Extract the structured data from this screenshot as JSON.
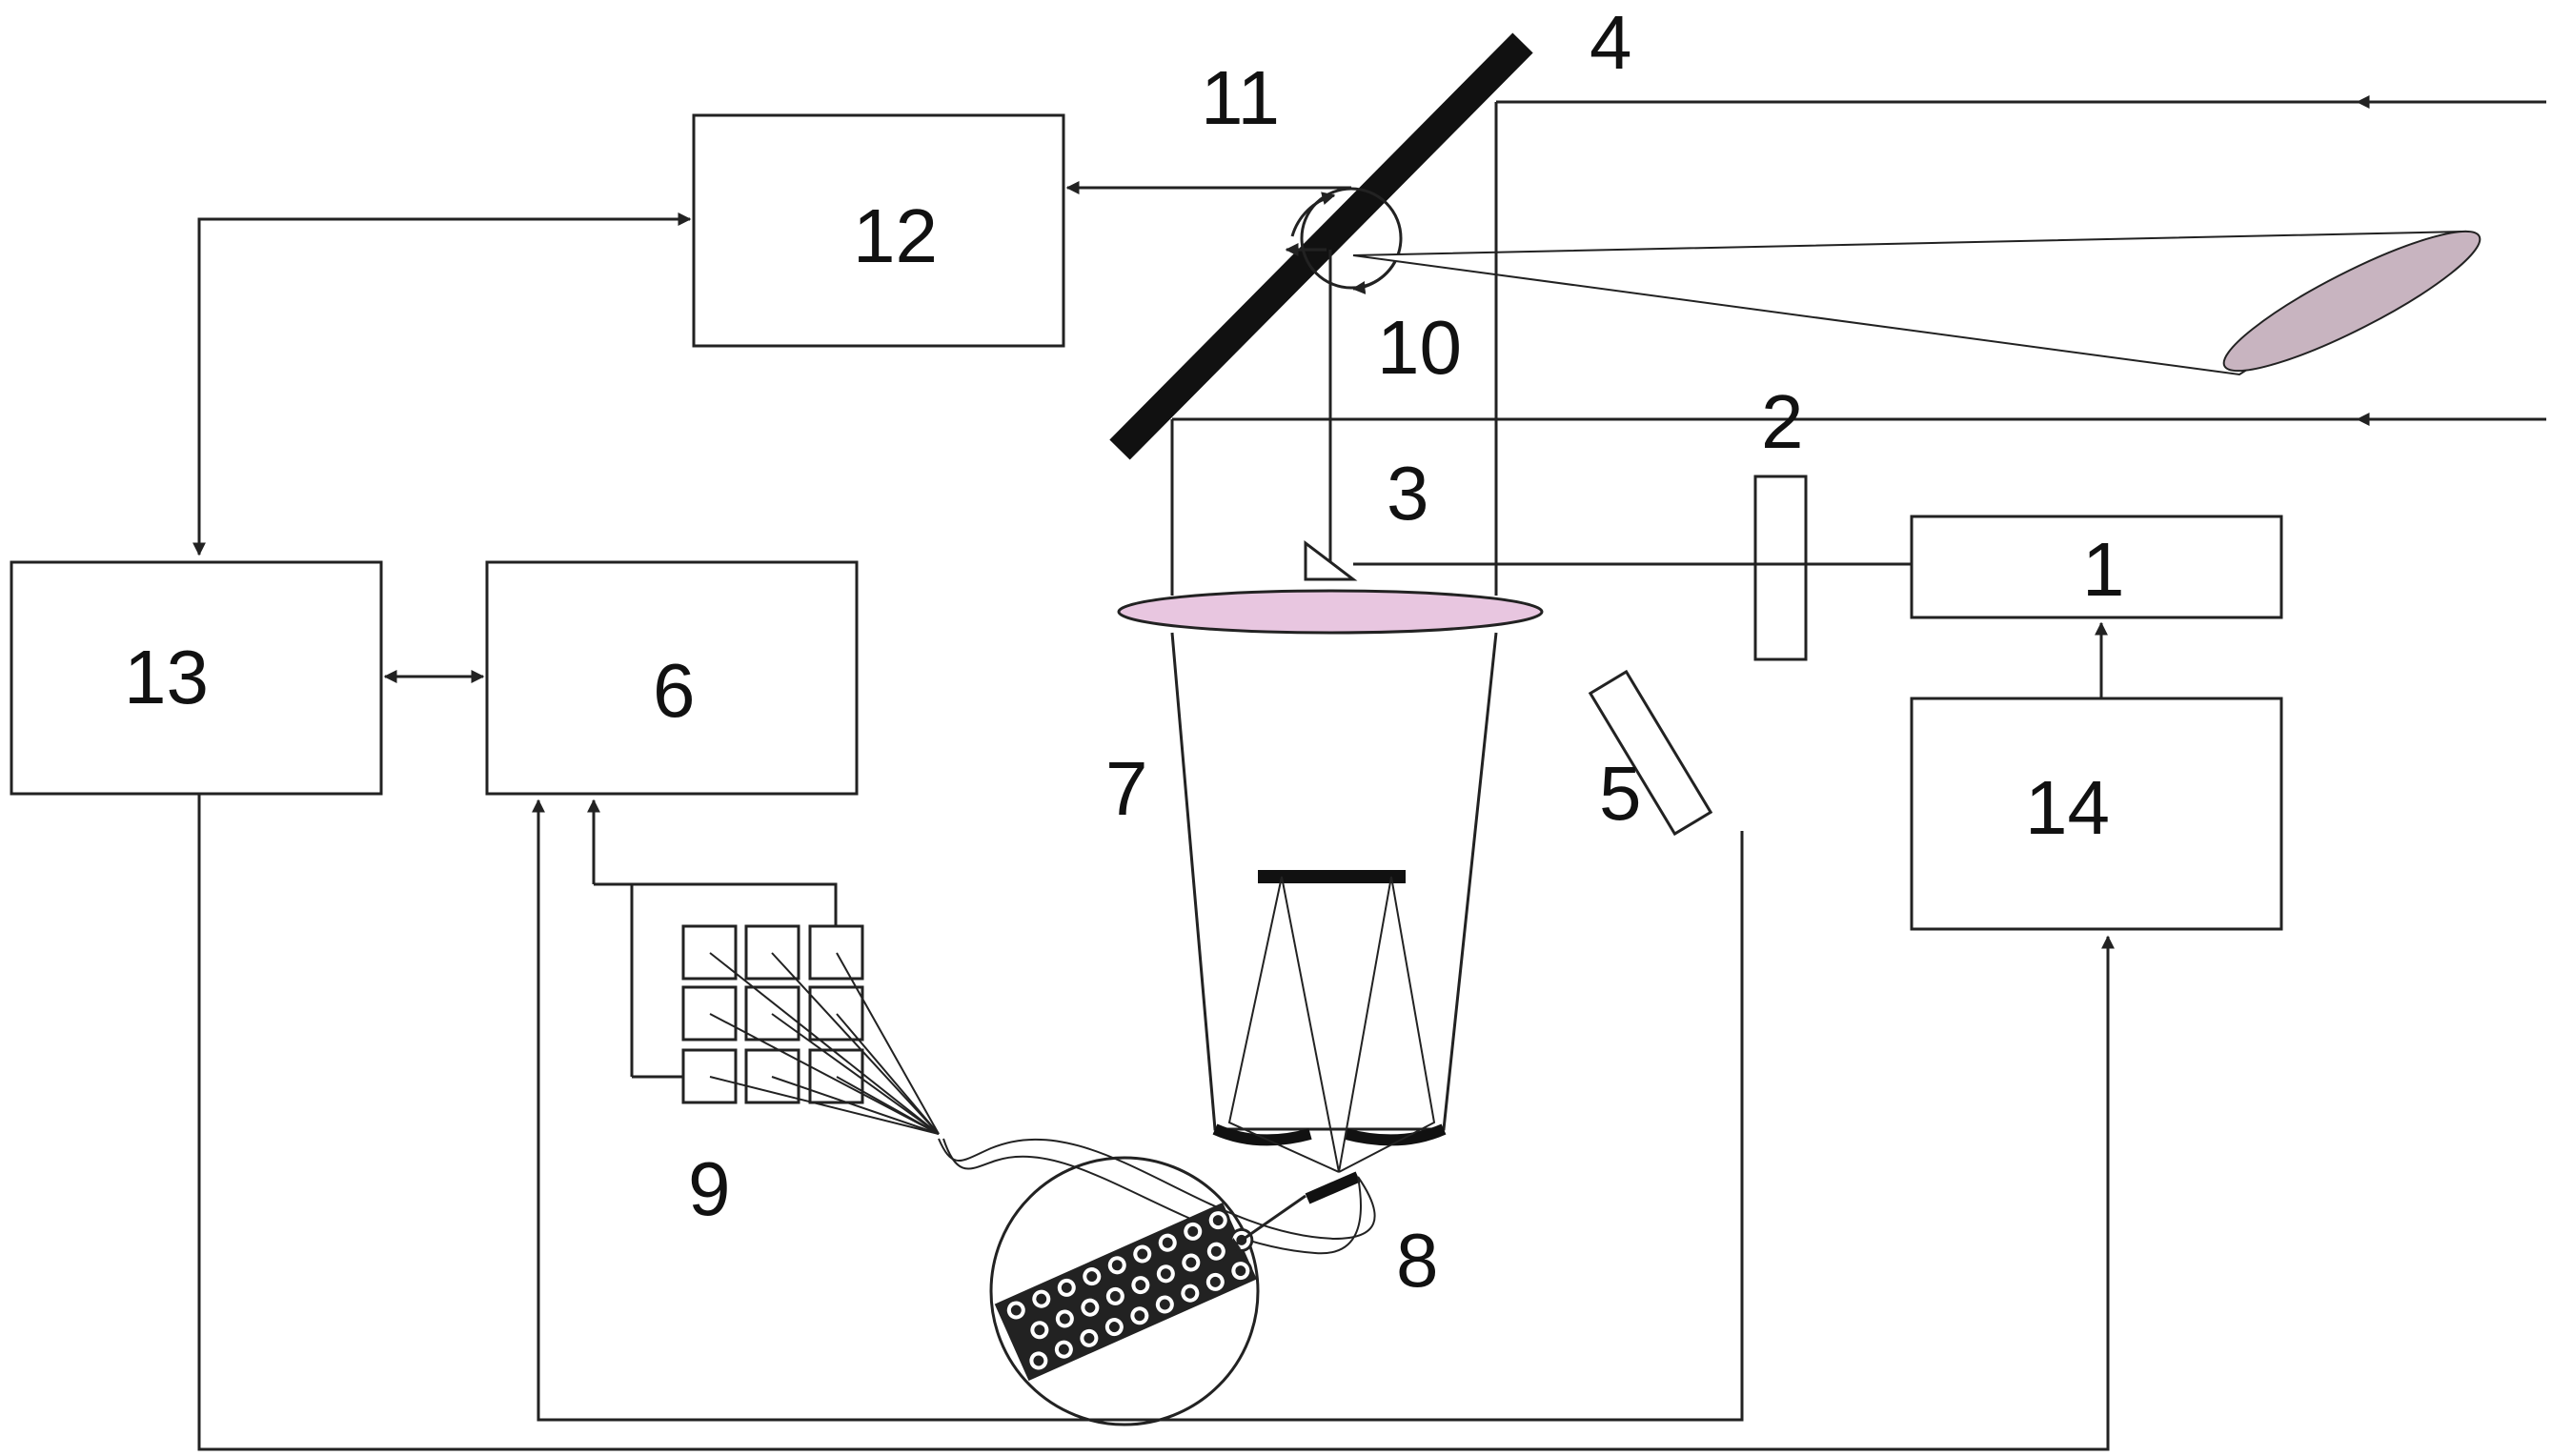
{
  "labels": {
    "n1": "1",
    "n2": "2",
    "n3": "3",
    "n4": "4",
    "n5": "5",
    "n6": "6",
    "n7": "7",
    "n8": "8",
    "n9": "9",
    "n10": "10",
    "n11": "11",
    "n12": "12",
    "n13": "13",
    "n14": "14"
  },
  "colors": {
    "line": "#222222",
    "lens_fill": "#e8c6e0",
    "beam_fill": "#c8b4c0",
    "mirror": "#111111"
  }
}
